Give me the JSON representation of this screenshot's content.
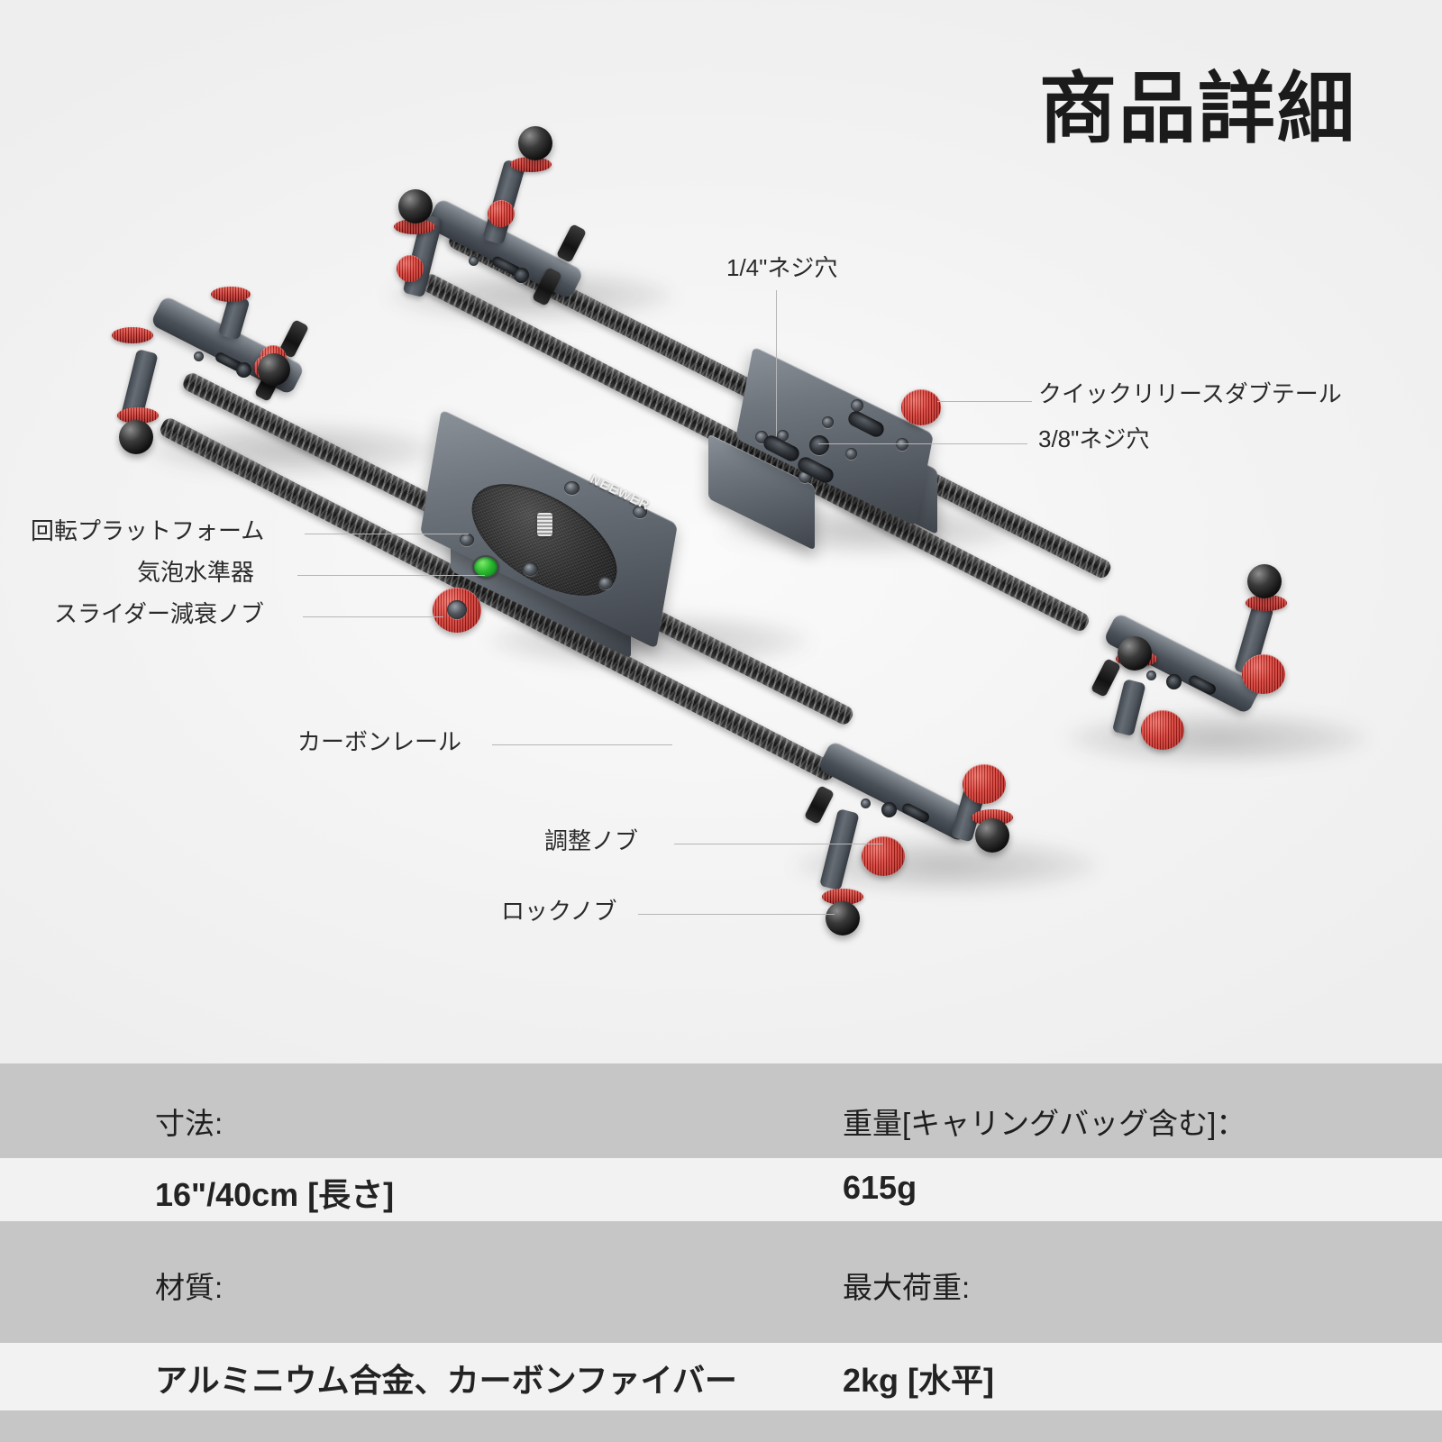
{
  "page": {
    "title": "商品詳細",
    "background_color": "#f4f4f4",
    "accent_color": "#c8221b"
  },
  "product": {
    "brand": "NEEWER",
    "type": "carbon-fiber-camera-slider"
  },
  "annotations": [
    {
      "id": "quarter-screw-hole",
      "label": "1/4\"ネジ穴",
      "side": "above"
    },
    {
      "id": "quick-release-dovetail",
      "label": "クイックリリースダブテール",
      "side": "right"
    },
    {
      "id": "three-eighth-screw-hole",
      "label": "3/8\"ネジ穴",
      "side": "right"
    },
    {
      "id": "rotating-platform",
      "label": "回転プラットフォーム",
      "side": "left"
    },
    {
      "id": "bubble-level",
      "label": "気泡水準器",
      "side": "left"
    },
    {
      "id": "slider-damping-knob",
      "label": "スライダー減衰ノブ",
      "side": "left"
    },
    {
      "id": "carbon-rail",
      "label": "カーボンレール",
      "side": "left"
    },
    {
      "id": "adjustment-knob",
      "label": "調整ノブ",
      "side": "left"
    },
    {
      "id": "lock-knob",
      "label": "ロックノブ",
      "side": "left"
    }
  ],
  "specs": {
    "rows": [
      {
        "left_key": "寸法:",
        "left_value": "16\"/40cm [長さ]",
        "right_key": "重量[キャリングバッグ含む]：",
        "right_value": "615g"
      },
      {
        "left_key": "材質:",
        "left_value": "アルミニウム合金、カーボンファイバー",
        "right_key": "最大荷重:",
        "right_value": "2kg [水平]"
      }
    ]
  }
}
